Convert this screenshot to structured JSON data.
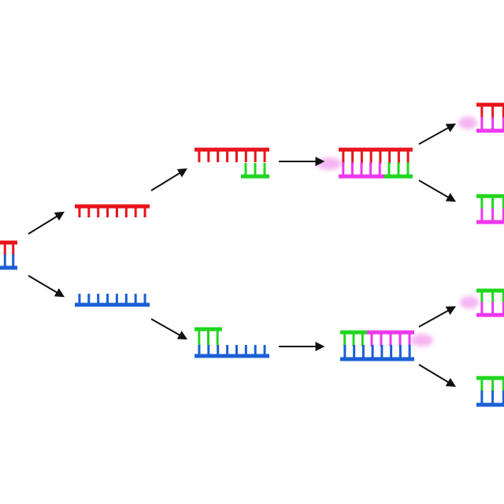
{
  "diagram": {
    "colors": {
      "red": "#e8131b",
      "blue": "#1a5fd6",
      "green": "#1fd61f",
      "magenta": "#ee36ee",
      "arrow": "#111111",
      "glow": "#f4a8f0"
    },
    "parts": [
      {
        "name": "template-duplex-initial",
        "kind": "double-stranded DNA, partially visible at left edge",
        "strands": [
          "red",
          "blue"
        ]
      },
      {
        "name": "strand-red-top",
        "kind": "single strand",
        "strands": [
          "red"
        ]
      },
      {
        "name": "strand-blue-bottom",
        "kind": "single strand",
        "strands": [
          "blue"
        ]
      },
      {
        "name": "red-with-green-primer",
        "kind": "strand with annealed primer",
        "strands": [
          "red",
          "green"
        ]
      },
      {
        "name": "blue-with-green-primer",
        "kind": "strand with annealed primer",
        "strands": [
          "blue",
          "green"
        ]
      },
      {
        "name": "red-green-magenta-duplex",
        "kind": "extended duplex",
        "strands": [
          "red",
          "green",
          "magenta"
        ]
      },
      {
        "name": "blue-green-magenta-duplex",
        "kind": "extended duplex",
        "strands": [
          "blue",
          "green",
          "magenta"
        ]
      },
      {
        "name": "product-top-1",
        "kind": "product duplex, clipped at right edge",
        "strands": [
          "red",
          "magenta"
        ]
      },
      {
        "name": "product-top-2",
        "kind": "product duplex, clipped at right edge",
        "strands": [
          "green",
          "magenta"
        ]
      },
      {
        "name": "product-bottom-1",
        "kind": "product duplex, clipped at right edge",
        "strands": [
          "green",
          "magenta"
        ]
      },
      {
        "name": "product-bottom-2",
        "kind": "product duplex, clipped at right edge",
        "strands": [
          "green",
          "blue"
        ]
      }
    ],
    "arrows": [
      {
        "from": "template-duplex-initial",
        "to": "strand-red-top"
      },
      {
        "from": "template-duplex-initial",
        "to": "strand-blue-bottom"
      },
      {
        "from": "strand-red-top",
        "to": "red-with-green-primer"
      },
      {
        "from": "strand-blue-bottom",
        "to": "blue-with-green-primer"
      },
      {
        "from": "red-with-green-primer",
        "to": "red-green-magenta-duplex"
      },
      {
        "from": "blue-with-green-primer",
        "to": "blue-green-magenta-duplex"
      },
      {
        "from": "red-green-magenta-duplex",
        "to": "product-top-1"
      },
      {
        "from": "red-green-magenta-duplex",
        "to": "product-top-2"
      },
      {
        "from": "blue-green-magenta-duplex",
        "to": "product-bottom-1"
      },
      {
        "from": "blue-green-magenta-duplex",
        "to": "product-bottom-2"
      }
    ]
  }
}
